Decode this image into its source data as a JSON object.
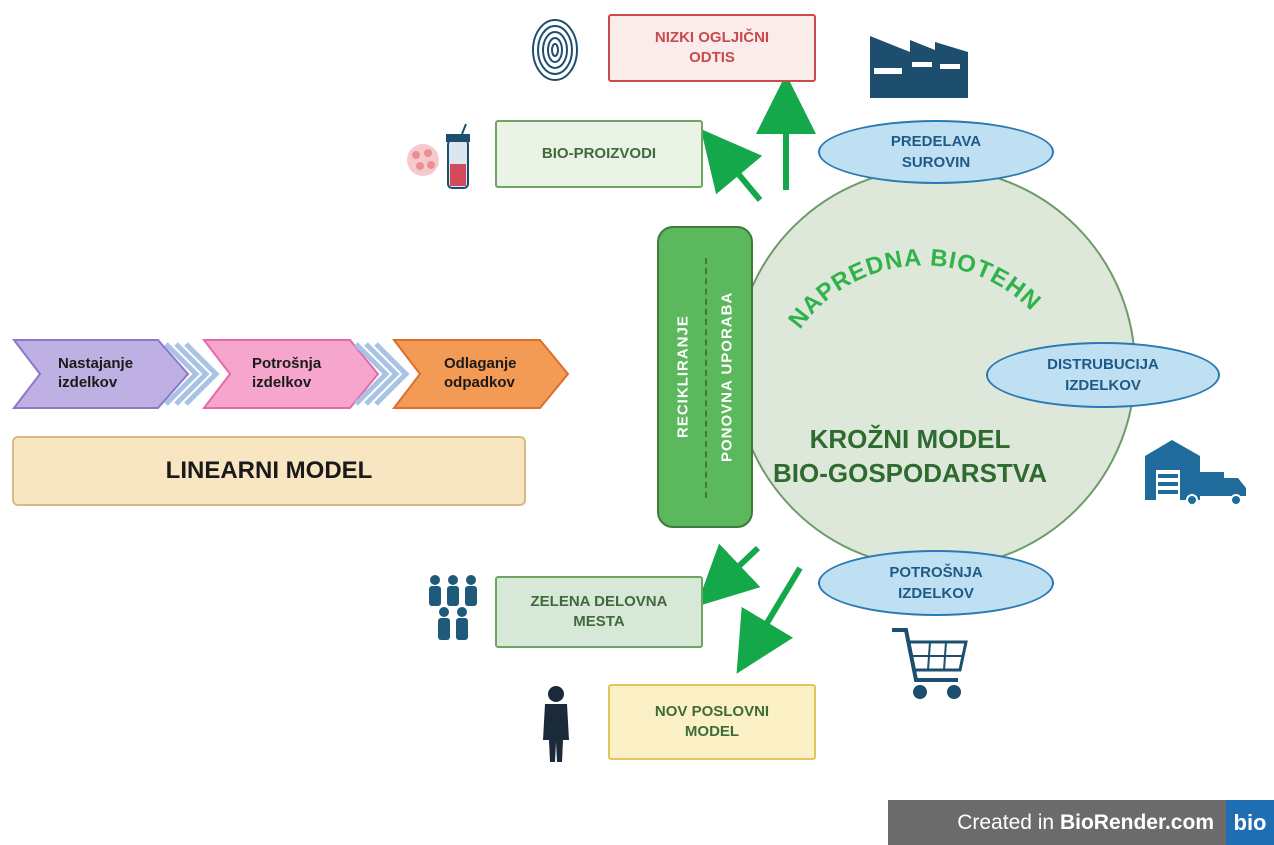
{
  "linear": {
    "steps": [
      {
        "label": "Nastajanje izdelkov",
        "color": "#bfb0e3",
        "stroke": "#8d77c6"
      },
      {
        "label": "Potrošnja izdelkov",
        "color": "#f6a6cd",
        "stroke": "#e36aa8"
      },
      {
        "label": "Odlaganje odpadkov",
        "color": "#f39a55",
        "stroke": "#d9702b"
      }
    ],
    "title": "LINEARNI MODEL"
  },
  "circular": {
    "arc_text": "NAPREDNA BIOTEHNOLOGIJA",
    "title_line1": "KROŽNI MODEL",
    "title_line2": "BIO-GOSPODARSTVA",
    "side_left": "RECIKLIRANJE",
    "side_right": "PONOVNA UPORABA"
  },
  "stages": {
    "predelava": "PREDELAVA SUROVIN",
    "distribucija": "DISTRUBUCIJA IZDELKOV",
    "potrosnja": "POTROŠNJA IZDELKOV"
  },
  "outcomes": {
    "nizki": "NIZKI OGLJIČNI ODTIS",
    "bio": "BIO-PROIZVODI",
    "zelena": "ZELENA DELOVNA MESTA",
    "nov": "NOV POSLOVNI MODEL"
  },
  "icons": [
    "fingerprint-icon",
    "factory-icon",
    "bioreactor-icon",
    "warehouse-truck-icon",
    "people-group-icon",
    "shopping-cart-icon",
    "businessman-icon"
  ],
  "footer": {
    "created": "Created in ",
    "brand": "BioRender.com",
    "badge": "bio"
  },
  "colors": {
    "green": "#14a84a",
    "dark_green": "#3a7f44",
    "circle_fill": "#dde8da",
    "navy": "#1d4e6e"
  }
}
